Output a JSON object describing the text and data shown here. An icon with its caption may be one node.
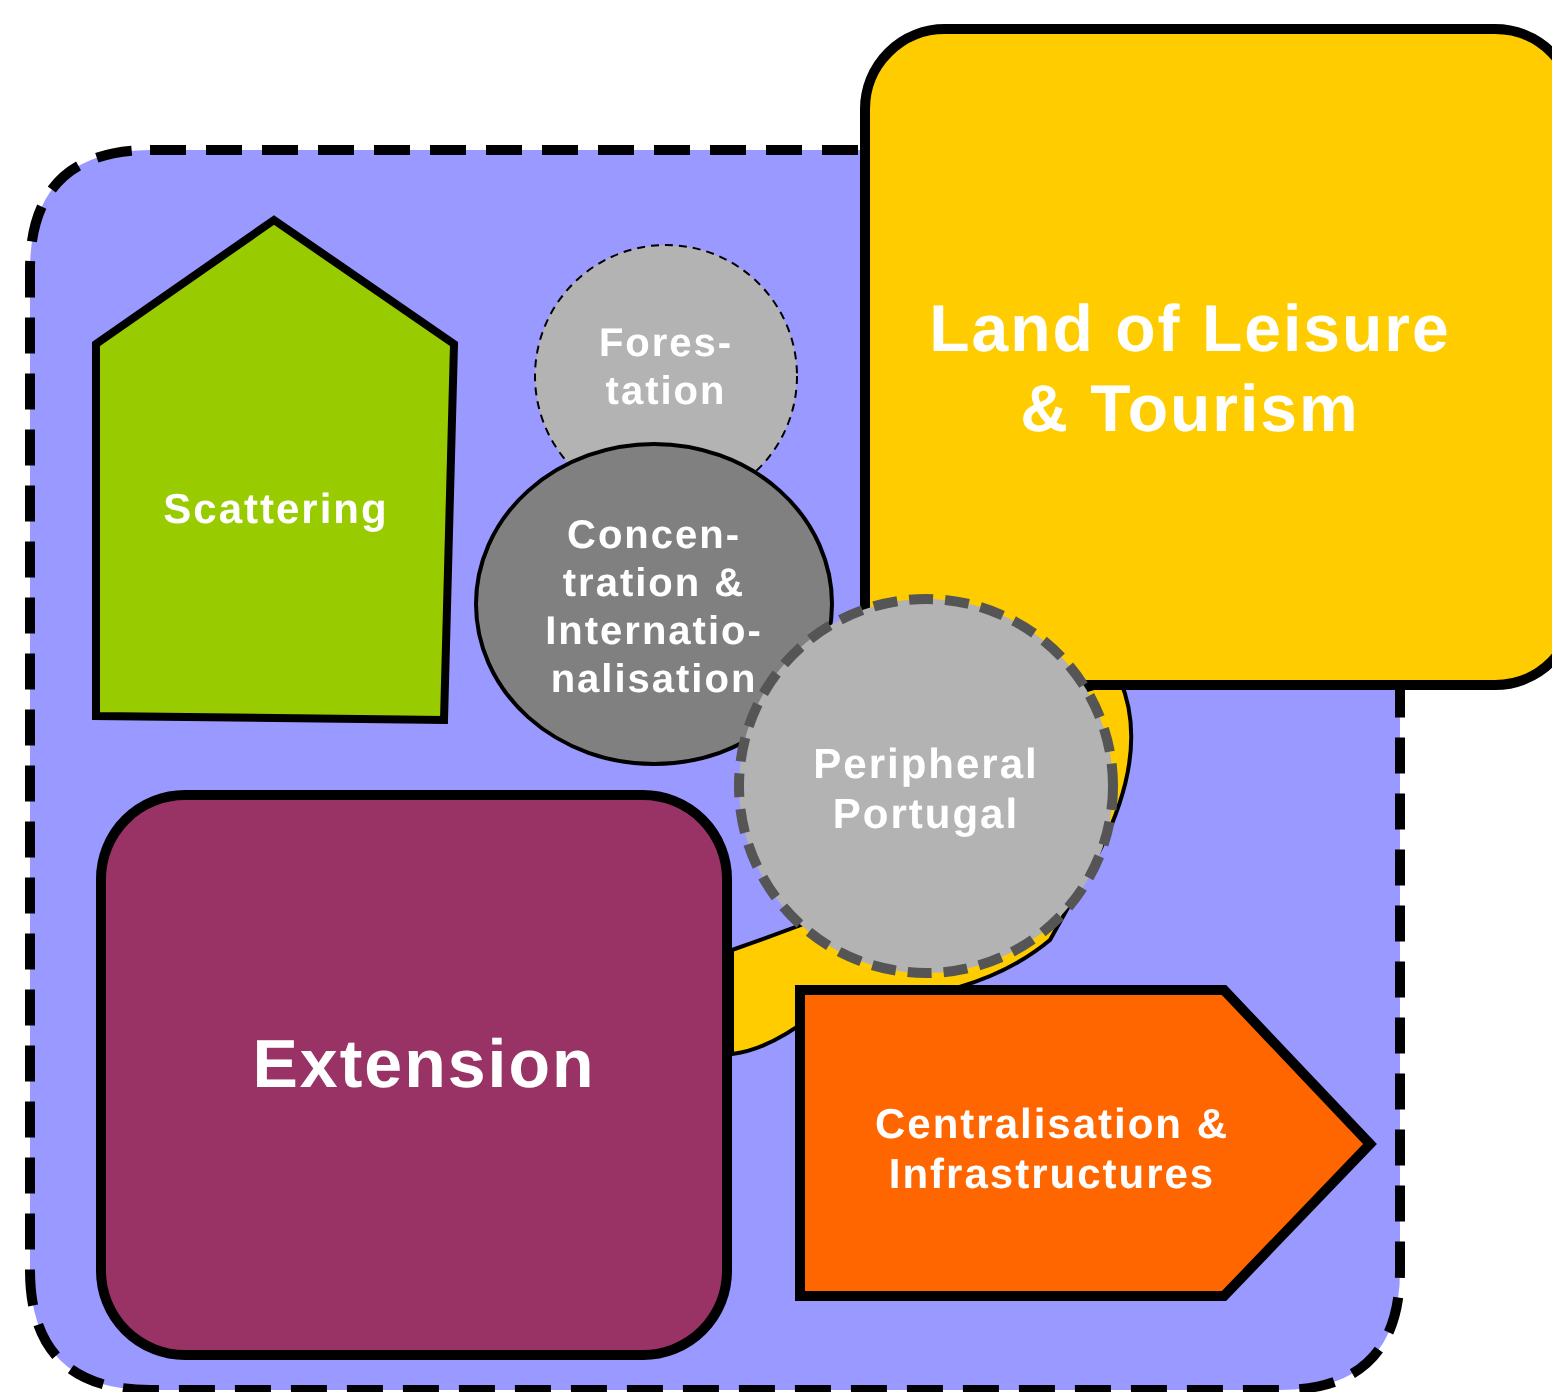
{
  "diagram": {
    "nodes": [
      {
        "text": [],
        "shape": "box"
      },
      {
        "text": [
          "Scattering"
        ],
        "in": 0
      },
      {
        "text": [
          "Fores- tation"
        ],
        "in": 0
      },
      {
        "text": [
          "Concen- tration & Internatio- nalisation"
        ],
        "in": 0
      },
      {
        "text": [
          "Land of Leisure & Tourism"
        ]
      },
      {
        "text": [
          "Peripheral Portugal"
        ],
        "in": 0
      },
      {
        "text": [
          "Extension"
        ],
        "in": 0
      },
      {
        "text": [
          "Centralisation & Infrastructures"
        ],
        "in": 0
      }
    ]
  }
}
